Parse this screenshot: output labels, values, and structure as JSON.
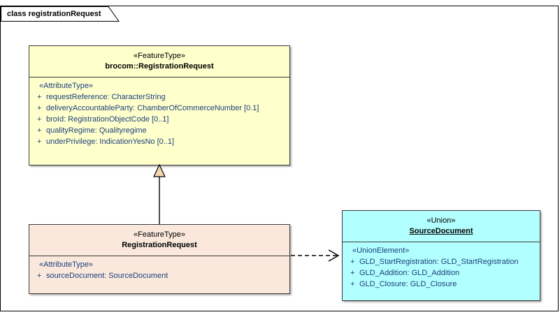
{
  "frame": {
    "title": "class registrationRequest"
  },
  "classes": {
    "brocom_registration_request": {
      "stereotype": "«FeatureType»",
      "name": "brocom::RegistrationRequest",
      "compartment_stereotype": "«AttributeType»",
      "attributes": [
        {
          "visibility": "+",
          "text": "requestReference: CharacterString"
        },
        {
          "visibility": "+",
          "text": "deliveryAccountableParty: ChamberOfCommerceNumber [0.1]"
        },
        {
          "visibility": "+",
          "text": "broId: RegistrationObjectCode [0..1]"
        },
        {
          "visibility": "+",
          "text": "qualityRegime: Qualityregime"
        },
        {
          "visibility": "+",
          "text": "underPrivilege: IndicationYesNo [0..1]"
        }
      ]
    },
    "registration_request": {
      "stereotype": "«FeatureType»",
      "name": "RegistrationRequest",
      "compartment_stereotype": "«AttributeType»",
      "attributes": [
        {
          "visibility": "+",
          "text": "sourceDocument: SourceDocument"
        }
      ]
    },
    "source_document": {
      "stereotype": "«Union»",
      "name": "SourceDocument",
      "compartment_stereotype": "«UnionElement»",
      "attributes": [
        {
          "visibility": "+",
          "text": "GLD_StartRegistration: GLD_StartRegistration"
        },
        {
          "visibility": "+",
          "text": "GLD_Addition: GLD_Addition"
        },
        {
          "visibility": "+",
          "text": "GLD_Closure: GLD_Closure"
        }
      ]
    }
  },
  "connectors": [
    {
      "name": "generalization",
      "from": "registration_request",
      "to": "brocom_registration_request",
      "style": "solid",
      "arrow": "hollow-triangle"
    },
    {
      "name": "dependency",
      "from": "registration_request",
      "to": "source_document",
      "style": "dashed",
      "arrow": "open-arrow"
    }
  ],
  "colors": {
    "feature_type_fill": "#FFFFCC",
    "subtype_fill": "#FAE8DC",
    "union_fill": "#B2FFFF",
    "border": "#3B3B3B",
    "attribute_text": "#1B3F7A",
    "canvas": "#FFFFFF"
  }
}
